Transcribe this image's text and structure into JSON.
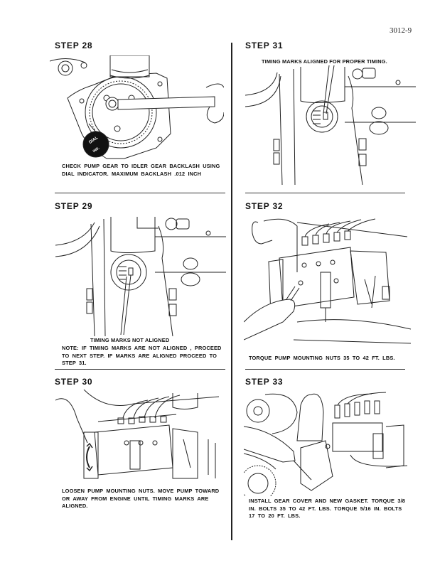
{
  "page": {
    "number": "3012-9"
  },
  "steps": [
    {
      "title": "STEP 28",
      "caption": "CHECK PUMP GEAR TO IDLER GEAR BACKLASH USING DIAL INDICATOR. MAXIMUM BACKLASH .012 INCH",
      "illustration": "pump gear with wrench and dial indicator",
      "callout": "DIAL INDICATOR"
    },
    {
      "title": "STEP 29",
      "label": "TIMING MARKS NOT ALIGNED",
      "caption": "NOTE: IF TIMING MARKS ARE NOT ALIGNED , PROCEED TO NEXT STEP. IF MARKS ARE ALIGNED PROCEED TO STEP 31.",
      "illustration": "timing marks window, not aligned"
    },
    {
      "title": "STEP 30",
      "caption": "LOOSEN PUMP MOUNTING NUTS. MOVE PUMP TOWARD OR AWAY FROM ENGINE UNTIL TIMING MARKS ARE ALIGNED.",
      "illustration": "injection pump with rotation arrow"
    },
    {
      "title": "STEP 31",
      "label": "TIMING MARKS ALIGNED FOR PROPER TIMING.",
      "illustration": "timing marks window, aligned"
    },
    {
      "title": "STEP 32",
      "caption": "TORQUE PUMP MOUNTING NUTS 35 TO 42 FT. LBS.",
      "illustration": "injection pump with hand and wrench"
    },
    {
      "title": "STEP 33",
      "caption": "INSTALL GEAR COVER AND NEW GASKET. TORQUE 3/8 IN. BOLTS 35 TO 42 FT. LBS. TORQUE 5/16 IN. BOLTS 17 TO 20 FT. LBS.",
      "illustration": "gear cover installation"
    }
  ]
}
